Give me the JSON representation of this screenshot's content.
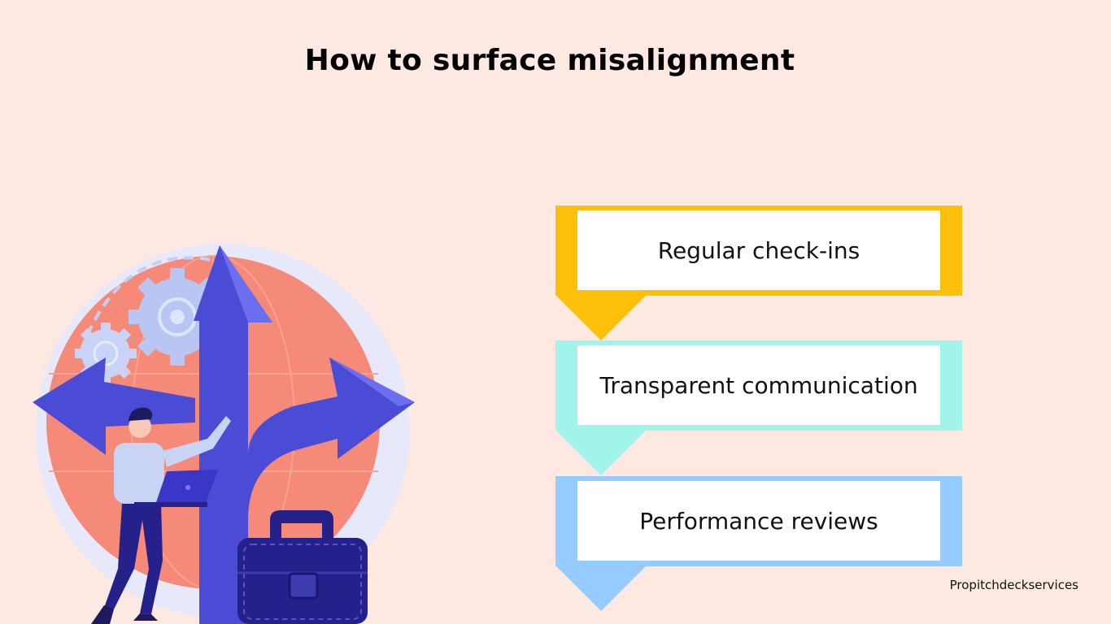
{
  "slide": {
    "title": "How to surface misalignment",
    "credit": "Propitchdeckservices"
  },
  "steps": [
    {
      "label": "Regular check-ins",
      "color": "#fdc00a"
    },
    {
      "label": "Transparent communication",
      "color": "#a1f4ec"
    },
    {
      "label": "Performance reviews",
      "color": "#95cbff"
    }
  ],
  "colors": {
    "background": "#fde8e2",
    "globe": "#f58a78",
    "halo": "#e7e9fb",
    "arrow": "#4b4cd6",
    "gear": "#b9c6f4",
    "briefcase": "#26218a"
  },
  "illustration": {
    "icons": [
      "globe-icon",
      "gear-icon",
      "direction-arrows-icon",
      "person-icon",
      "laptop-icon",
      "briefcase-icon"
    ]
  }
}
